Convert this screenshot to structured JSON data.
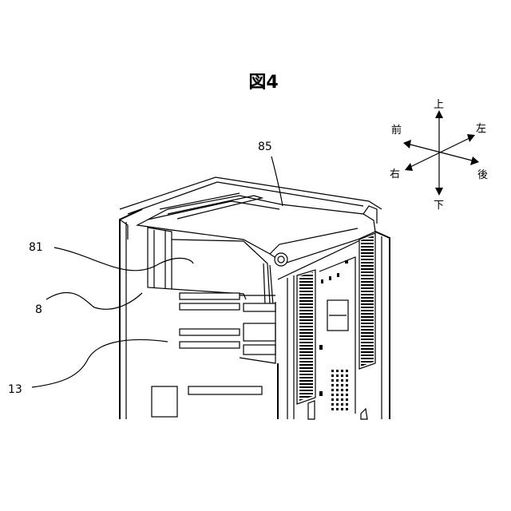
{
  "figure": {
    "title": "図4"
  },
  "reference_labels": {
    "label_85": "85",
    "label_81": "81",
    "label_8": "8",
    "label_13": "13"
  },
  "direction_compass": {
    "up": "上",
    "down": "下",
    "front": "前",
    "rear": "後",
    "left": "左",
    "right": "右"
  }
}
